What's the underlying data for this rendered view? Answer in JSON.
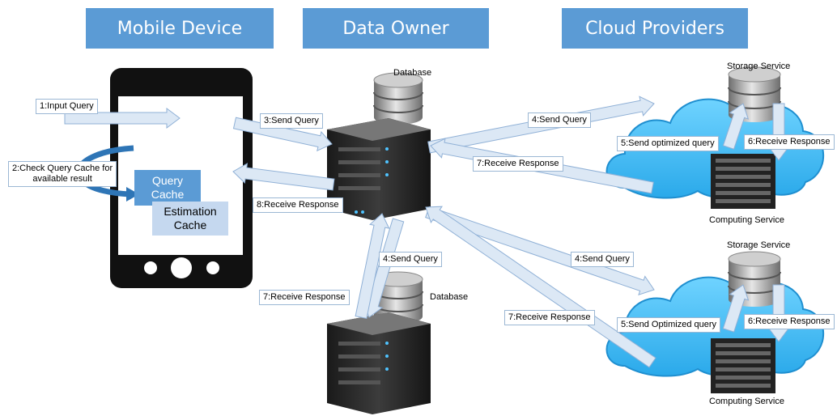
{
  "headers": {
    "mobile_device": "Mobile Device",
    "data_owner": "Data Owner",
    "cloud_providers": "Cloud Providers"
  },
  "phone": {
    "query_cache": "Query Cache",
    "estimation_cache": "Estimation Cache"
  },
  "captions": {
    "database_top": "Database",
    "database_bottom": "Database",
    "storage_service_top": "Storage Service",
    "storage_service_bottom": "Storage Service",
    "computing_service_top": "Computing Service",
    "computing_service_bottom": "Computing Service"
  },
  "steps": {
    "input_query": "1:Input Query",
    "check_cache_line1": "2:Check Query Cache for",
    "check_cache_line2": "available result",
    "send_query_3": "3:Send Query",
    "send_query_4_top": "4:Send Query",
    "send_query_4_bottom_db": "4:Send Query",
    "send_query_4_bottom_cloud": "4:Send Query",
    "send_optimized_query_top": "5:Send optimized query",
    "send_optimized_query_bottom": "5:Send Optimized query",
    "receive_response_6_top": "6:Receive Response",
    "receive_response_6_bottom": "6:Receive Response",
    "receive_response_7_top": "7:Receive Response",
    "receive_response_7_bottom_db": "7:Receive Response",
    "receive_response_7_bottom_cloud": "7:Receive Response",
    "receive_response_8": "8:Receive Response"
  },
  "colors": {
    "header_blue": "#5b9bd5",
    "arrow_fill": "#dce8f5",
    "arrow_stroke": "#8fb0d6",
    "cloud_fill": "#4fc3f7",
    "phone_black": "#111111"
  }
}
